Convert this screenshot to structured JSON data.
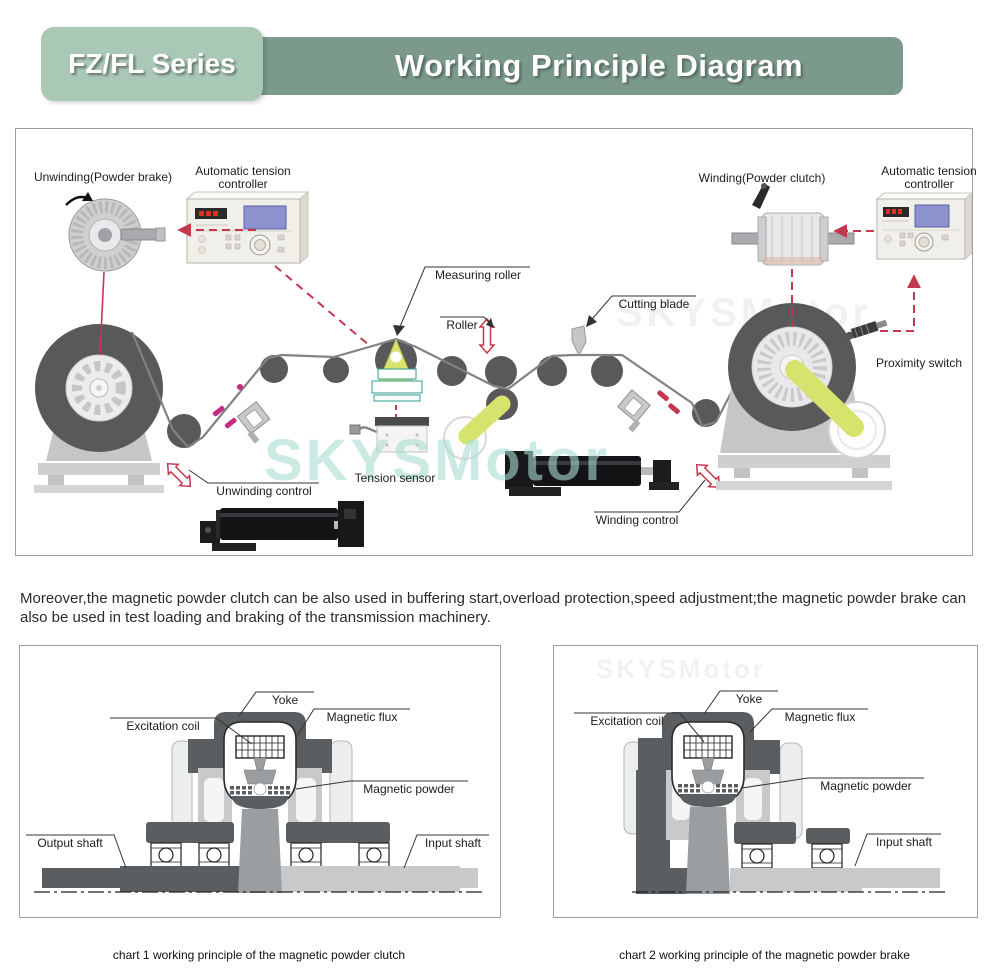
{
  "header": {
    "series_label": "FZ/FL Series",
    "title": "Working Principle Diagram"
  },
  "main_diagram": {
    "labels": {
      "unwinding": "Unwinding(Powder brake)",
      "atc_left": "Automatic tension controller",
      "measuring_roller": "Measuring roller",
      "roller": "Roller",
      "cutting_blade": "Cutting blade",
      "winding": "Winding(Powder clutch)",
      "atc_right": "Automatic tension controller",
      "proximity_switch": "Proximity switch",
      "tension_sensor": "Tension sensor",
      "unwinding_control": "Unwinding control",
      "winding_control": "Winding control"
    },
    "watermark": "SKYSMotor"
  },
  "description": "Moreover,the magnetic powder clutch can be also used in buffering start,overload protection,speed adjustment;the magnetic powder brake can also be used in test loading and braking of the transmission machinery.",
  "charts": [
    {
      "labels": {
        "yoke": "Yoke",
        "excitation_coil": "Excitation coil",
        "magnetic_flux": "Magnetic flux",
        "magnetic_powder": "Magnetic powder",
        "output_shaft": "Output shaft",
        "input_shaft": "Input shaft"
      },
      "caption": "chart 1 working principle of the magnetic powder clutch"
    },
    {
      "labels": {
        "yoke": "Yoke",
        "excitation_coil": "Excitation coil",
        "magnetic_flux": "Magnetic flux",
        "magnetic_powder": "Magnetic powder",
        "input_shaft": "Input shaft"
      },
      "caption": "chart 2 working principle of the magnetic powder brake"
    }
  ],
  "colors": {
    "header_bar": "#7b9a8c",
    "header_tag": "#a9c8b5",
    "accent_red": "#c4374d",
    "magenta": "#c52a84",
    "highlight_green": "#d6e36c",
    "teal_outline": "#2f9e8f",
    "watermark_teal": "#a8dcd1",
    "dark_gray": "#5b5e60",
    "mid_gray": "#9b9ea1",
    "light_gray": "#c7c9cb"
  }
}
